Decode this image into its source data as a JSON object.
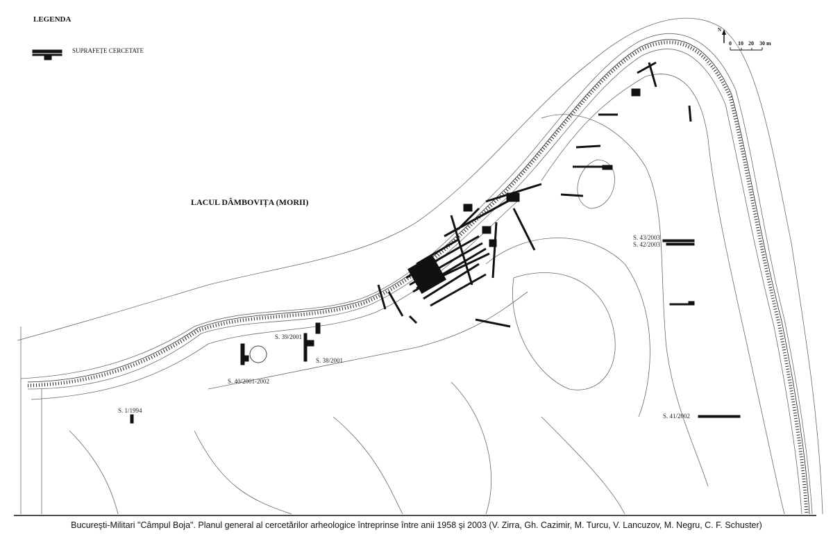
{
  "legend": {
    "title": "LEGENDA",
    "items": [
      {
        "symbol": "trench-symbol",
        "label": "SUPRAFEȚE CERCETATE"
      }
    ]
  },
  "map": {
    "lake_label": "LACUL DÂMBOVIȚA (MORII)",
    "north_arrow": "N",
    "scale": {
      "ticks": [
        "0",
        "10",
        "20",
        "30 m"
      ]
    },
    "trench_labels": {
      "s39": "S. 39/2001",
      "s38": "S. 38/2001",
      "s40": "S. 40/2001-2002",
      "s1": "S. 1/1994",
      "s43": "S. 43/2003",
      "s42": "S. 42/2003",
      "s41": "S. 41/2002"
    }
  },
  "caption": "Bucureşti-Militari \"Câmpul Boja\". Planul general al cercetărilor arheologice întreprinse între anii 1958 şi 2003 (V. Zirra, Gh. Cazimir, M. Turcu, V. Lancuzov, M. Negru, C. F. Schuster)"
}
